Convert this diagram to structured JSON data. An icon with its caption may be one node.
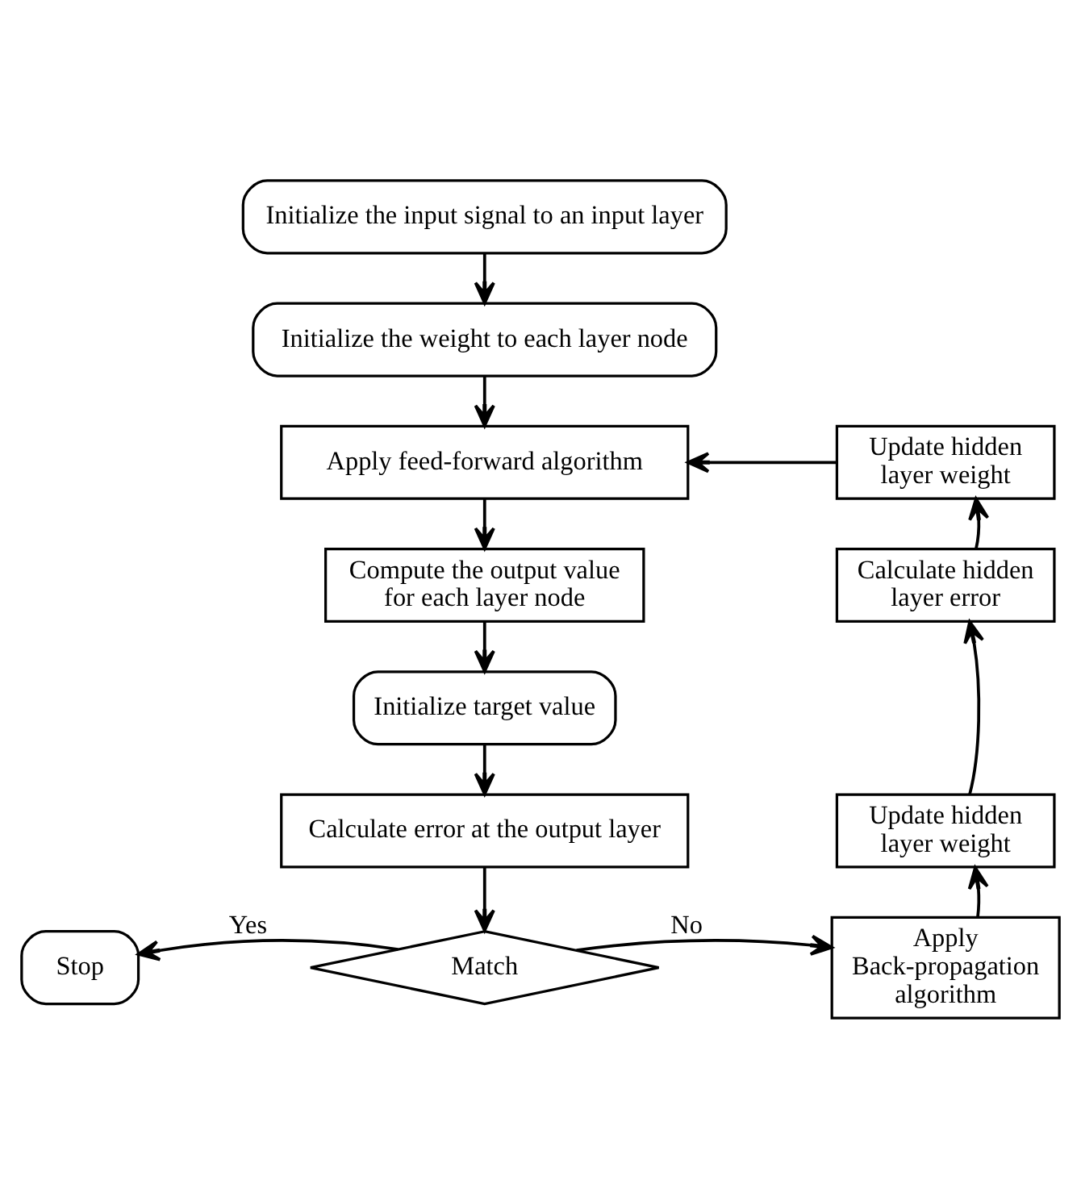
{
  "diagram": {
    "nodes": [
      {
        "text": [
          "Initialize the input signal to an input layer"
        ]
      },
      {
        "text": [
          "Initialize the weight to each layer node"
        ]
      },
      {
        "text": [
          "Apply feed-forward algorithm"
        ]
      },
      {
        "text": [
          "Compute the output value for each layer node"
        ]
      },
      {
        "text": [
          "Initialize target value"
        ]
      },
      {
        "text": [
          "Calculate error at the output layer"
        ]
      },
      {
        "text": [
          "Match"
        ]
      },
      {
        "text": [
          "Stop"
        ]
      },
      {
        "text": [
          "Apply Back-propagation algorithm"
        ]
      },
      {
        "text": [
          "Update hidden layer weight"
        ]
      },
      {
        "text": [
          "Calculate hidden layer error"
        ]
      },
      {
        "text": [
          "Update hidden layer weight"
        ]
      }
    ],
    "edges": [
      {
        "from": 0,
        "to": 1,
        "arrow": "to"
      },
      {
        "from": 1,
        "to": 2,
        "arrow": "to"
      },
      {
        "from": 2,
        "to": 3,
        "arrow": "to"
      },
      {
        "from": 3,
        "to": 4,
        "arrow": "to"
      },
      {
        "from": 4,
        "to": 5,
        "arrow": "to"
      },
      {
        "from": 5,
        "to": 6,
        "arrow": "to"
      },
      {
        "from": 6,
        "to": 7,
        "arrow": "to",
        "label": "Yes"
      },
      {
        "from": 6,
        "to": 8,
        "arrow": "to",
        "label": "No"
      },
      {
        "from": 8,
        "to": 9,
        "arrow": "to"
      },
      {
        "from": 9,
        "to": 10,
        "arrow": "to"
      },
      {
        "from": 10,
        "to": 11,
        "arrow": "to"
      },
      {
        "from": 11,
        "to": 2,
        "arrow": "to"
      }
    ]
  }
}
